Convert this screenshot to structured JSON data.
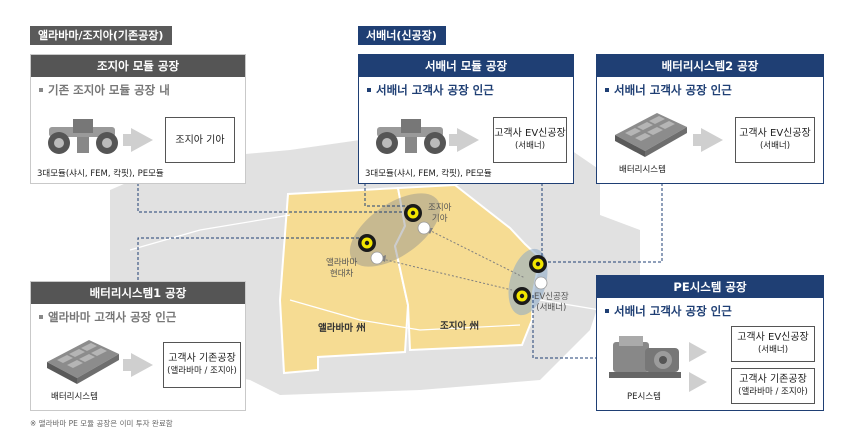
{
  "regions": {
    "alabama_georgia": "앨라바마/조지아(기존공장)",
    "savannah": "서배너(신공장)"
  },
  "boxes": {
    "georgia_module": {
      "title": "조지아 모듈 공장",
      "subtitle": "기존 조지아 모듈 공장 내",
      "output": "조지아 기아",
      "caption": "3대모듈(샤시, FEM, 칵핏), PE모듈"
    },
    "savannah_module": {
      "title": "서배너 모듈 공장",
      "subtitle": "서배너 고객사 공장 인근",
      "output_main": "고객사 EV신공장",
      "output_sub": "(서배너)",
      "caption": "3대모듈(샤시, FEM, 칵핏), PE모듈"
    },
    "battery2": {
      "title": "배터리시스템2 공장",
      "subtitle": "서배너 고객사 공장 인근",
      "output_main": "고객사 EV신공장",
      "output_sub": "(서배너)",
      "caption": "배터리시스템"
    },
    "battery1": {
      "title": "배터리시스템1 공장",
      "subtitle": "앨라바마 고객사 공장 인근",
      "output_main": "고객사 기존공장",
      "output_sub": "(앨라바마 / 조지아)",
      "caption": "배터리시스템"
    },
    "pe_system": {
      "title": "PE시스템 공장",
      "subtitle": "서배너 고객사 공장 인근",
      "output1_main": "고객사 EV신공장",
      "output1_sub": "(서배너)",
      "output2_main": "고객사 기존공장",
      "output2_sub": "(앨라바마 / 조지아)",
      "caption": "PE시스템"
    }
  },
  "map": {
    "label_georgia_kia_1": "조지아",
    "label_georgia_kia_2": "기아",
    "label_alabama_hyundai_1": "앨라바마",
    "label_alabama_hyundai_2": "현대차",
    "label_ev_plant_1": "EV신공장",
    "label_ev_plant_2": "(서배너)",
    "state_alabama": "앨라바마 州",
    "state_georgia": "조지아 州"
  },
  "footnote": "※ 앨라바마 PE 모듈 공장은 이미 투자 완료함",
  "colors": {
    "navy": "#1f3f74",
    "gray_header": "#555555",
    "state_fill": "#f6dc93",
    "pin": "#f2e500"
  }
}
